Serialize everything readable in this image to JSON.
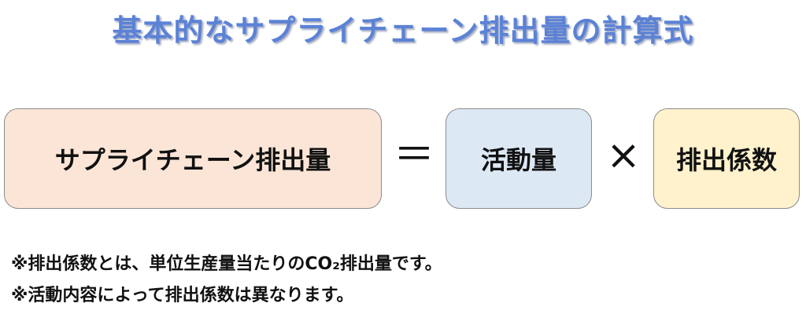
{
  "title": "基本的なサプライチェーン排出量の計算式",
  "formula": {
    "emission_label": "サプライチェーン排出量",
    "equals_symbol": "＝",
    "activity_label": "活動量",
    "multiply_symbol": "×",
    "factor_label": "排出係数"
  },
  "notes": [
    "※排出係数とは、単位生産量当たりのCO₂排出量です。",
    "※活動内容によって排出係数は異なります。"
  ],
  "colors": {
    "title": "#5b82d6",
    "emission_box": "#fbe5d6",
    "activity_box": "#dde8f5",
    "factor_box": "#fff2cc"
  }
}
